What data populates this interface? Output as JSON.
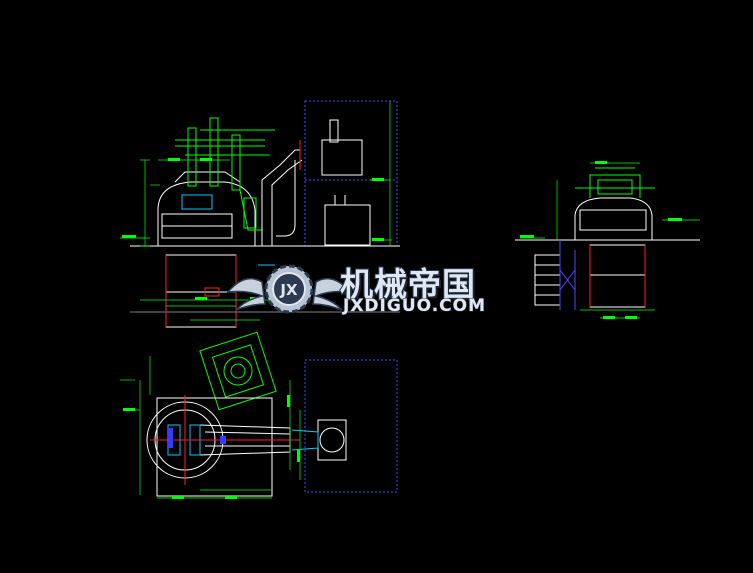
{
  "watermark": {
    "title": "机械帝国",
    "subtitle": "JXDIGUO.COM",
    "badge": "JX"
  },
  "palette": {
    "background": "#000000",
    "outline": "#ffffff",
    "dimension": "#00ff00",
    "frame": "#4a4aff",
    "accent": "#ff2020",
    "hatch": "#00c8ff"
  },
  "drawing": {
    "views": [
      "front-elevation",
      "side-elevation",
      "plan-view"
    ]
  }
}
